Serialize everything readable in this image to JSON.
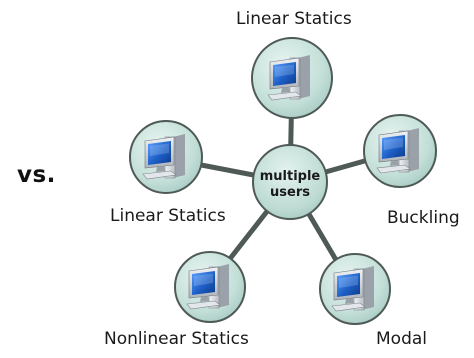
{
  "vs_label": "vs.",
  "hub": {
    "line1": "multiple",
    "line2": "users"
  },
  "nodes": [
    {
      "label": "Linear Statics"
    },
    {
      "label": "Buckling"
    },
    {
      "label": "Modal"
    },
    {
      "label": "Nonlinear Statics"
    },
    {
      "label": "Linear Statics"
    }
  ],
  "colors": {
    "spoke": "#4f5a57",
    "node_fill": "#c3dfd8",
    "node_stroke": "#4f5a57",
    "hub_fill": "#bddbd3",
    "monitor_screen": "#1d5fc6",
    "tower": "#d3d7db"
  },
  "icon": "computer-workstation-icon"
}
